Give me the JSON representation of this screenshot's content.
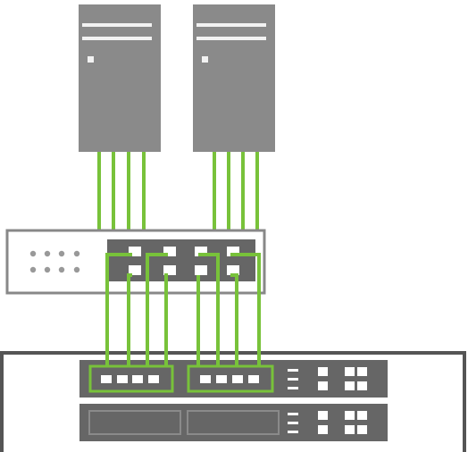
{
  "diagram": {
    "description_free": true,
    "colors": {
      "server_body": "#8a8a8a",
      "server_stripe": "#f2f2f2",
      "server_led": "#f2f2f2",
      "device_outline": "#888888",
      "port_panel": "#666666",
      "port": "#ffffff",
      "link": "#78c23a",
      "led_dot": "#999999",
      "frame": "#555555",
      "background": "#ffffff"
    },
    "nodes": [
      {
        "id": "server-1",
        "kind": "server",
        "icon": "server-tower-icon"
      },
      {
        "id": "server-2",
        "kind": "server",
        "icon": "server-tower-icon"
      },
      {
        "id": "access-switch",
        "kind": "switch",
        "icon": "switch-icon",
        "port_count": 8
      },
      {
        "id": "core-switch",
        "kind": "chassis-switch",
        "icon": "chassis-switch-icon",
        "card_count": 2,
        "highlighted_port_groups": 2
      }
    ],
    "links": [
      {
        "from": "server-1",
        "to": "access-switch",
        "count": 4
      },
      {
        "from": "server-2",
        "to": "access-switch",
        "count": 4
      },
      {
        "from": "access-switch",
        "to": "core-switch",
        "count": 8
      }
    ]
  }
}
